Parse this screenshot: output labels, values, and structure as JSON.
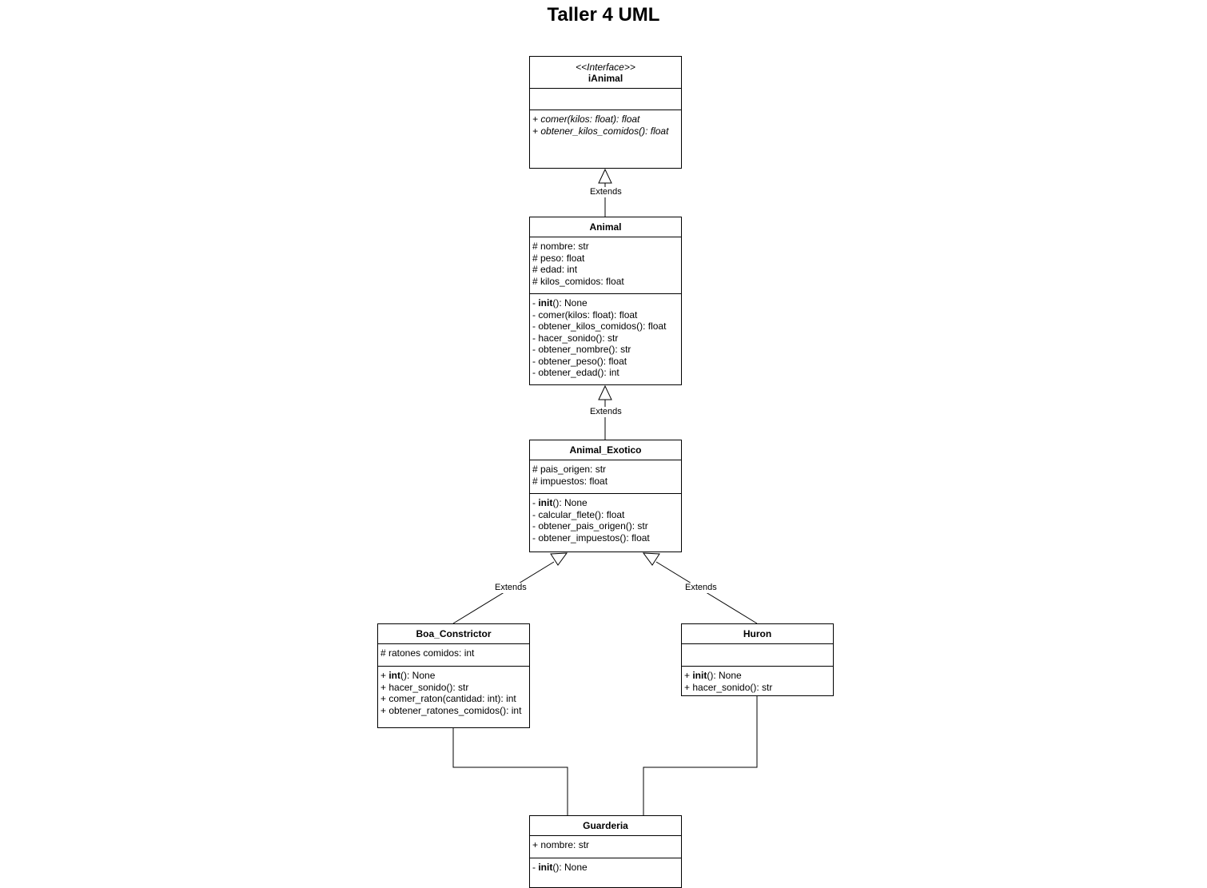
{
  "title": "Taller 4 UML",
  "relation_label": "Extends",
  "classes": {
    "ianimal": {
      "stereotype": "<<Interface>>",
      "name": "iAnimal",
      "attributes": [],
      "methods": [
        {
          "pre": "+ ",
          "bold": "",
          "post": "comer(kilos: float): float"
        },
        {
          "pre": "+ ",
          "bold": "",
          "post": "obtener_kilos_comidos(): float"
        }
      ]
    },
    "animal": {
      "name": "Animal",
      "attributes": [
        "# nombre: str",
        "# peso: float",
        "# edad: int",
        "# kilos_comidos: float"
      ],
      "methods": [
        {
          "pre": "- ",
          "bold": "init",
          "post": "(): None"
        },
        {
          "pre": "- ",
          "bold": "",
          "post": "comer(kilos: float): float"
        },
        {
          "pre": "- ",
          "bold": "",
          "post": "obtener_kilos_comidos(): float"
        },
        {
          "pre": "- ",
          "bold": "",
          "post": "hacer_sonido(): str"
        },
        {
          "pre": "- ",
          "bold": "",
          "post": "obtener_nombre(): str"
        },
        {
          "pre": "- ",
          "bold": "",
          "post": "obtener_peso(): float"
        },
        {
          "pre": "- ",
          "bold": "",
          "post": "obtener_edad(): int"
        }
      ]
    },
    "animal_exotico": {
      "name": "Animal_Exotico",
      "attributes": [
        "# pais_origen: str",
        "# impuestos: float"
      ],
      "methods": [
        {
          "pre": "- ",
          "bold": "init",
          "post": "(): None"
        },
        {
          "pre": "- ",
          "bold": "",
          "post": "calcular_flete(): float"
        },
        {
          "pre": "- ",
          "bold": "",
          "post": "obtener_pais_origen(): str"
        },
        {
          "pre": "- ",
          "bold": "",
          "post": "obtener_impuestos(): float"
        }
      ]
    },
    "boa": {
      "name": "Boa_Constrictor",
      "attributes": [
        "# ratones comidos: int"
      ],
      "methods": [
        {
          "pre": "+ ",
          "bold": "int",
          "post": "(): None"
        },
        {
          "pre": "+ ",
          "bold": "",
          "post": "hacer_sonido(): str"
        },
        {
          "pre": "+ ",
          "bold": "",
          "post": "comer_raton(cantidad: int): int"
        },
        {
          "pre": "+ ",
          "bold": "",
          "post": "obtener_ratones_comidos(): int"
        }
      ]
    },
    "huron": {
      "name": "Huron",
      "attributes": [],
      "methods": [
        {
          "pre": "+ ",
          "bold": "init",
          "post": "(): None"
        },
        {
          "pre": "+ ",
          "bold": "",
          "post": "hacer_sonido(): str"
        }
      ]
    },
    "guarderia": {
      "name": "Guarderia",
      "attributes": [
        "+ nombre: str"
      ],
      "methods": [
        {
          "pre": "- ",
          "bold": "init",
          "post": "(): None"
        }
      ]
    }
  }
}
